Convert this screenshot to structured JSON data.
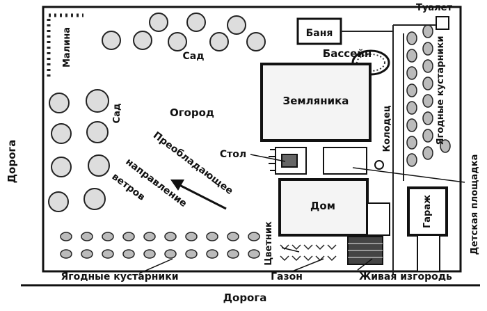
{
  "labels": {
    "road_left": "Дорога",
    "road_bottom": "Дорога",
    "toilet": "Туалет",
    "bathhouse": "Баня",
    "pool": "Бассейн",
    "raspberry": "Малина",
    "garden_top": "Сад",
    "garden_left": "Сад",
    "vegetable_garden": "Огород",
    "strawberry": "Земляника",
    "well": "Колодец",
    "berry_bushes_right": "Ягодные кустарники",
    "playground": "Детская площадка",
    "table": "Стол",
    "house": "Дом",
    "garage": "Гараж",
    "wind_line1": "Преобладающее",
    "wind_line2": "направление",
    "wind_line3": "ветров",
    "flowerbed": "Цветник",
    "lawn": "Газон",
    "hedge": "Живая изгородь",
    "berry_bushes_bottom": "Ягодные кустарники"
  }
}
